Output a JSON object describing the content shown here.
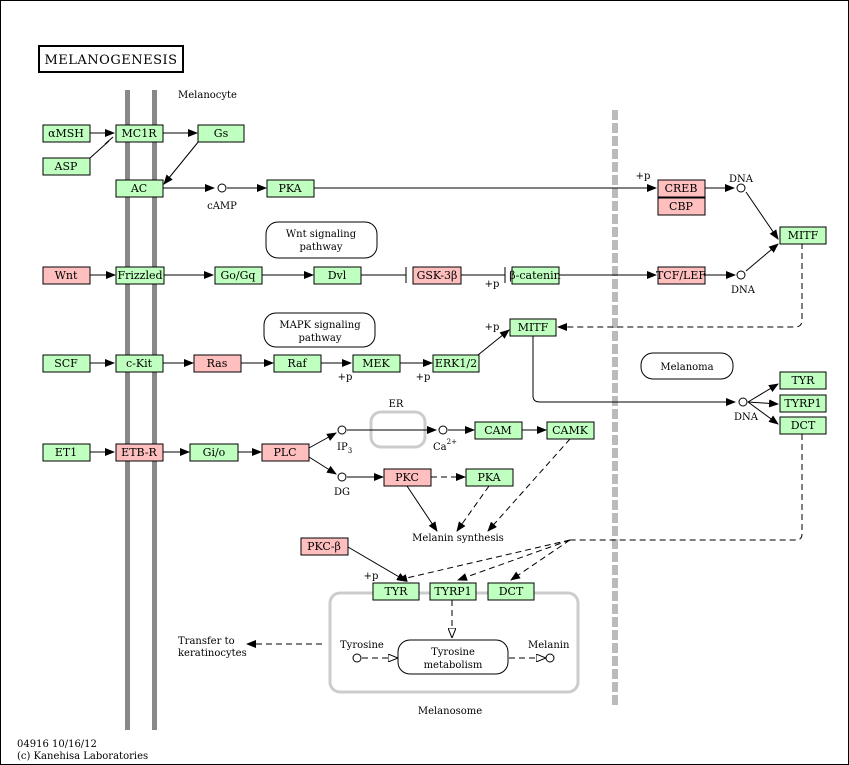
{
  "title": "MELANOGENESIS",
  "footer": {
    "line1": "04916 10/16/12",
    "line2": "(c) Kanehisa Laboratories"
  },
  "compartments": {
    "melanocyte": "Melanocyte",
    "melanoma": "Melanoma",
    "melanosome": "Melanosome",
    "er": "ER"
  },
  "pathways": {
    "wnt": [
      "Wnt signaling",
      "pathway"
    ],
    "mapk": [
      "MAPK signaling",
      "pathway"
    ]
  },
  "nodes": {
    "amsh": "αMSH",
    "asp": "ASP",
    "mc1r": "MC1R",
    "gs": "Gs",
    "ac": "AC",
    "pka1": "PKA",
    "creb": "CREB",
    "cbp": "CBP",
    "mitf1": "MITF",
    "wnt": "Wnt",
    "frizzled": "Frizzled",
    "gogq": "Go/Gq",
    "dvl": "Dvl",
    "gsk3b": "GSK-3β",
    "bcatenin": "β-catenin",
    "tcflef": "TCF/LEF",
    "mitf2": "MITF",
    "scf": "SCF",
    "ckit": "c-Kit",
    "ras": "Ras",
    "raf": "Raf",
    "mek": "MEK",
    "erk": "ERK1/2",
    "tyr1": "TYR",
    "tyrp1a": "TYRP1",
    "dct1": "DCT",
    "et1": "ET1",
    "etbr": "ETB-R",
    "gio": "Gi/o",
    "plc": "PLC",
    "cam": "CAM",
    "camk": "CAMK",
    "pkc": "PKC",
    "pka2": "PKA",
    "pkcb": "PKC-β",
    "tyr2": "TYR",
    "tyrp1b": "TYRP1",
    "dct2": "DCT"
  },
  "labels": {
    "camp": "cAMP",
    "dna1": "DNA",
    "dna2": "DNA",
    "dna3": "DNA",
    "p1": "+p",
    "p2": "+p",
    "p3": "+p",
    "p4": "+p",
    "p5": "+p",
    "p6": "+p",
    "ip3": "IP",
    "ip3_sub": "3",
    "dg": "DG",
    "ca": "Ca",
    "ca_sup": "2+",
    "melanin_synthesis": "Melanin synthesis",
    "transfer": [
      "Transfer to",
      "keratinocytes"
    ],
    "tyrosine": "Tyrosine",
    "melanin": "Melanin",
    "tyr_metab": [
      "Tyrosine",
      "metabolism"
    ]
  }
}
